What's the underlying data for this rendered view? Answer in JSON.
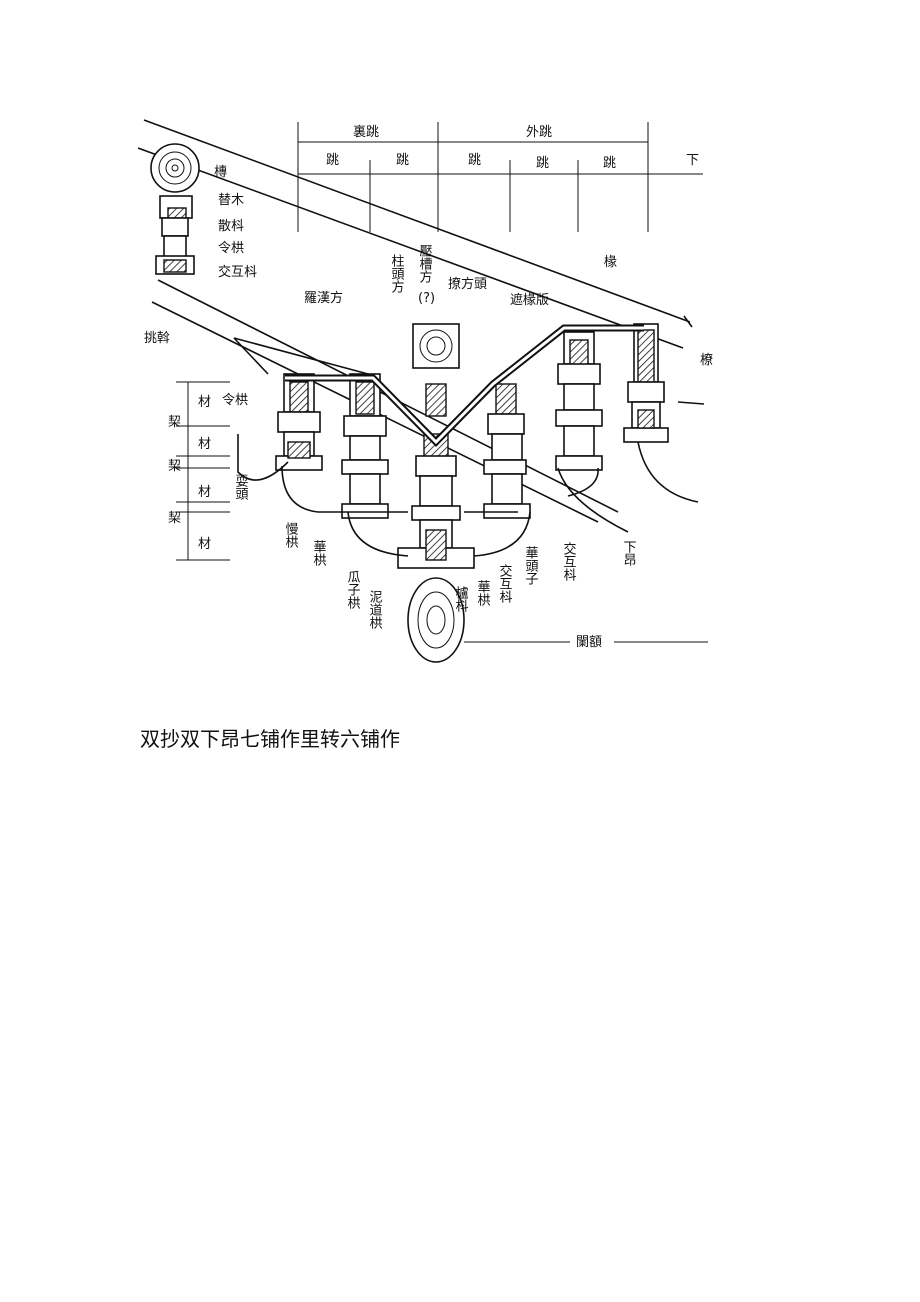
{
  "caption": "双抄双下昂七铺作里转六铺作",
  "figure": {
    "header": {
      "inner": "裏跳",
      "outer": "外跳",
      "tiao": [
        "跳",
        "跳",
        "跳",
        "跳",
        "跳"
      ],
      "edge": "下"
    },
    "labels": {
      "purlin": "槫",
      "timu": "替木",
      "sandou": "散枓",
      "linggong_top": "令栱",
      "jiaohudou_top": "交互枓",
      "tiaowo": "挑斡",
      "luohanfang": "羅漢方",
      "zhutoufang": "柱頭方",
      "question": "(?)",
      "yacaofang": "壓槽方",
      "tanfangtou": "撩方頭",
      "zheyuanban": "遮椽版",
      "chuan": "椽",
      "cai1": "材",
      "cai2": "材",
      "cai3": "材",
      "cai4": "材",
      "qi1": "栔",
      "qi2": "栔",
      "qi3": "栔",
      "linggong_left": "令栱",
      "yaotou": "耍頭",
      "mangong": "慢栱",
      "huagong_left": "華栱",
      "guazigong": "瓜子栱",
      "nidaogong": "泥道栱",
      "ludou": "櫨枓",
      "huagong_mid": "華栱",
      "jiaohudou_mid": "交互枓",
      "huatouzi": "華頭子",
      "jiaohudou_right": "交互枓",
      "xiaang": "下昂",
      "lan_e": "闌額",
      "right_edge": "橑"
    }
  }
}
